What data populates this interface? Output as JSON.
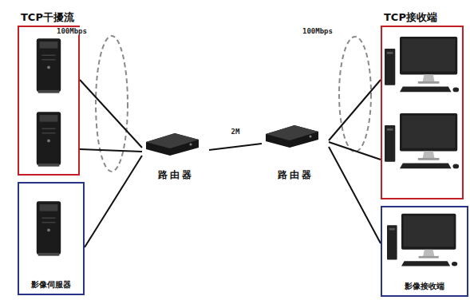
{
  "diagram": {
    "nodes": [
      {
        "text": [
          "TCP干擾流"
        ]
      },
      {
        "text": [
          "影像伺服器"
        ]
      },
      {
        "text": [
          "路由器"
        ]
      },
      {
        "text": [
          "路由器"
        ]
      },
      {
        "text": [
          "TCP接收端"
        ]
      },
      {
        "text": [
          "影像接收端"
        ]
      }
    ],
    "edges": [
      {
        "from": 0,
        "to": 2,
        "arrow": "none"
      },
      {
        "from": 0,
        "to": 2,
        "arrow": "none"
      },
      {
        "from": 1,
        "to": 2,
        "arrow": "none"
      },
      {
        "from": 2,
        "to": 3,
        "label": "2M",
        "arrow": "none"
      },
      {
        "from": 3,
        "to": 4,
        "arrow": "none"
      },
      {
        "from": 3,
        "to": 4,
        "arrow": "none"
      },
      {
        "from": 3,
        "to": 5,
        "arrow": "none"
      }
    ],
    "labels": [
      "100Mbps",
      "100Mbps"
    ]
  }
}
